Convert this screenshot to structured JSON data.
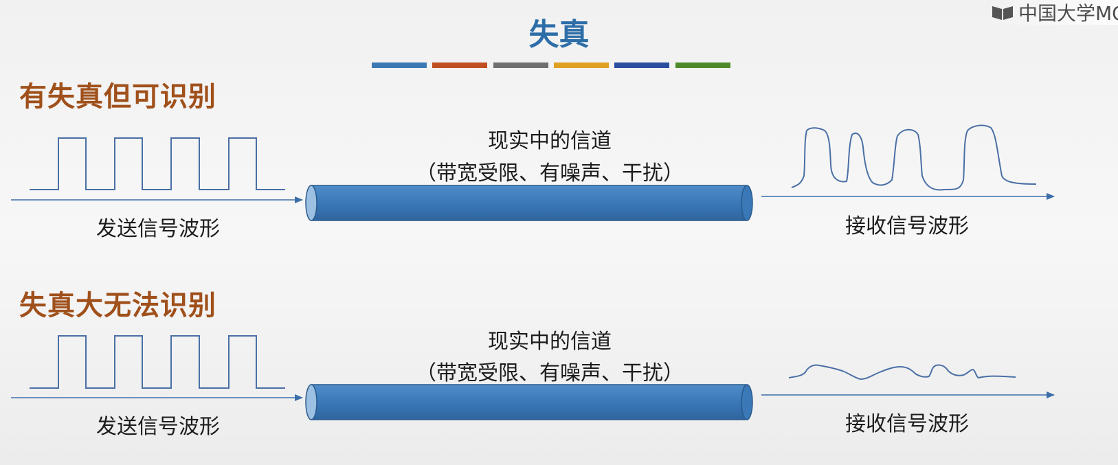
{
  "watermark": {
    "text": "中国大学MO"
  },
  "title": "失真",
  "title_rule_colors": [
    "#3c78b4",
    "#c0501f",
    "#707070",
    "#e0a020",
    "#2a4fa0",
    "#4f8a2a"
  ],
  "sections": [
    {
      "heading": "有失真但可识别",
      "channel_title": "现实中的信道",
      "channel_desc": "（带宽受限、有噪声、干扰）",
      "send_label": "发送信号波形",
      "receive_label": "接收信号波形"
    },
    {
      "heading": "失真大无法识别",
      "channel_title": "现实中的信道",
      "channel_desc": "（带宽受限、有噪声、干扰）",
      "send_label": "发送信号波形",
      "receive_label": "接收信号波形"
    }
  ],
  "colors": {
    "heading": "#a0501b",
    "title": "#2e6ea8",
    "waveform": "#4a6fa5",
    "channel_fill": "#3a78b8",
    "arrow": "#3a6ea8"
  }
}
